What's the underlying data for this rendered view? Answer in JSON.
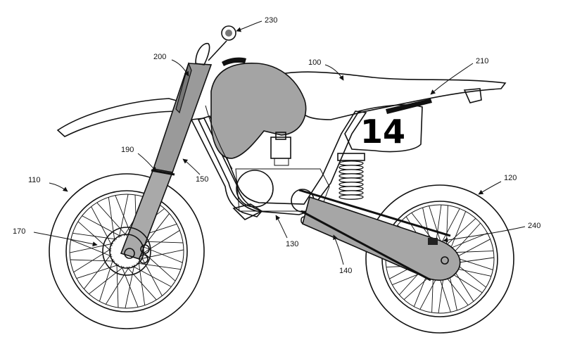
{
  "diagram": {
    "plate_number": "14",
    "labels": {
      "l100": "100",
      "l110": "110",
      "l120": "120",
      "l130": "130",
      "l140": "140",
      "l150": "150",
      "l170": "170",
      "l190": "190",
      "l200": "200",
      "l210": "210",
      "l230": "230",
      "l240": "240"
    },
    "colors": {
      "line": "#111111",
      "shade_dark": "#8a8a8a",
      "shade_mid": "#a9a9a9",
      "shade_light": "#c8c8c8",
      "background": "#ffffff"
    },
    "wheels": {
      "spoke_count": 36
    }
  }
}
